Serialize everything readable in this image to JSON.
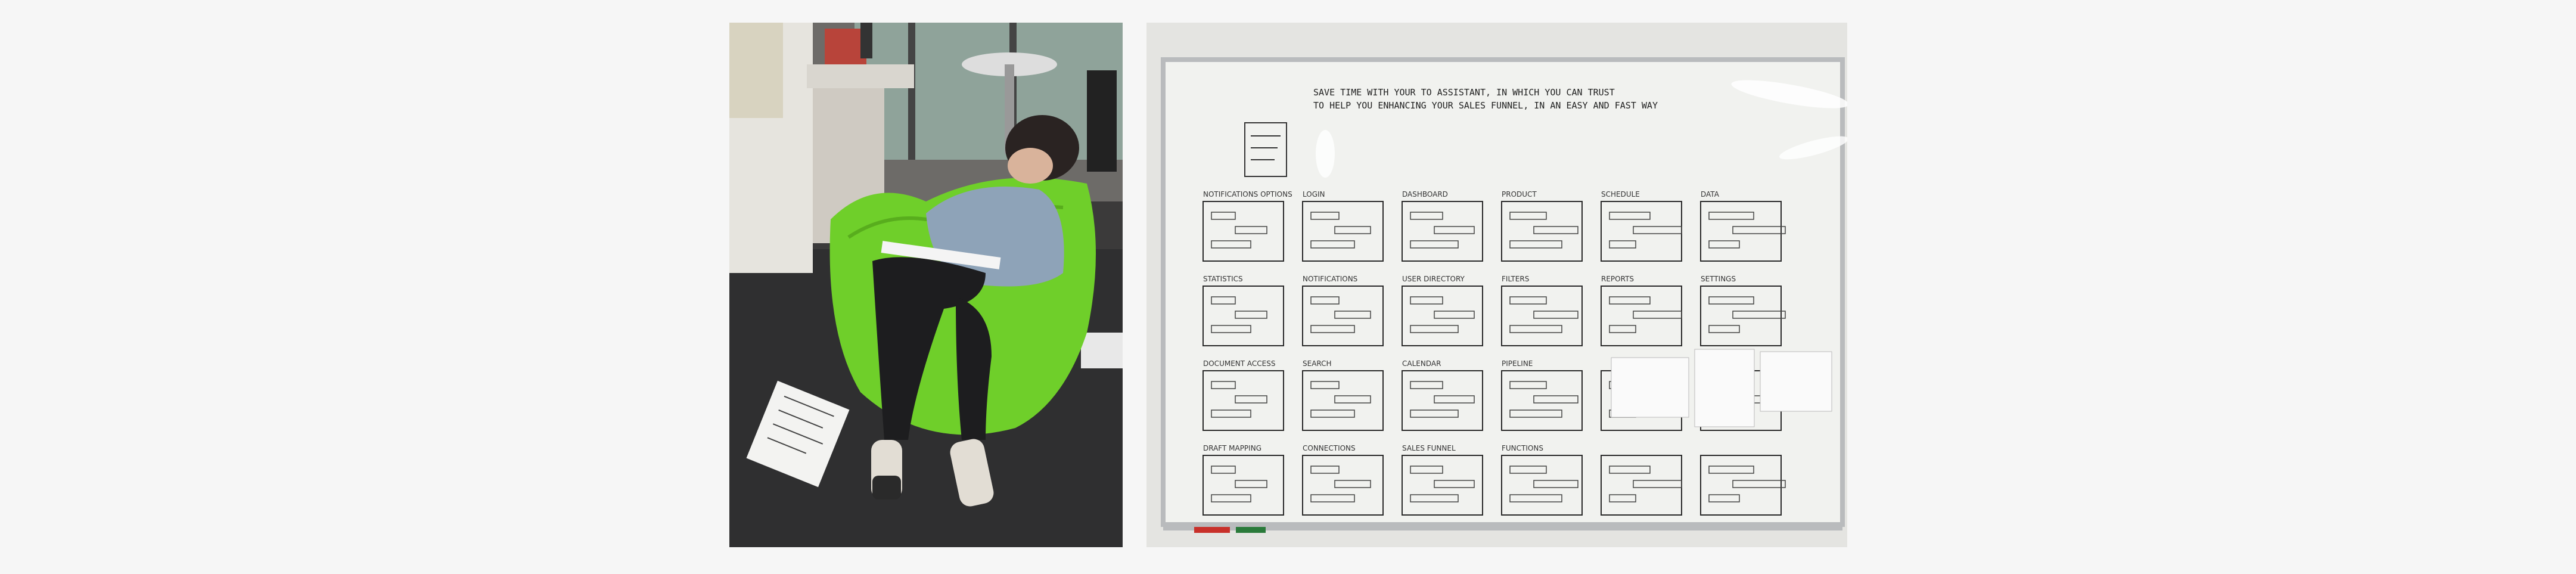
{
  "photos": [
    {
      "name": "person-sketching-photo"
    },
    {
      "name": "whiteboard-wireframes-photo"
    }
  ],
  "whiteboard": {
    "headline_line1": "SAVE TIME WITH YOUR TO ASSISTANT, IN WHICH YOU CAN TRUST",
    "headline_line2": "TO HELP YOU ENHANCING YOUR SALES FUNNEL, IN AN EASY AND FAST WAY",
    "rows": [
      [
        "NOTIFICATIONS OPTIONS",
        "LOGIN",
        "DASHBOARD",
        "PRODUCT",
        "SCHEDULE",
        "DATA"
      ],
      [
        "STATISTICS",
        "NOTIFICATIONS",
        "USER DIRECTORY",
        "FILTERS",
        "REPORTS",
        "SETTINGS"
      ],
      [
        "DOCUMENT ACCESS",
        "SEARCH",
        "CALENDAR",
        "PIPELINE",
        "",
        ""
      ],
      [
        "DRAFT MAPPING",
        "CONNECTIONS",
        "SALES FUNNEL",
        "FUNCTIONS",
        "",
        ""
      ]
    ]
  },
  "colors": {
    "background": "#f6f6f6",
    "beanbag": "#6fcf2a",
    "whiteboard": "#f1f2ef",
    "marker": "#2a2a2a"
  }
}
